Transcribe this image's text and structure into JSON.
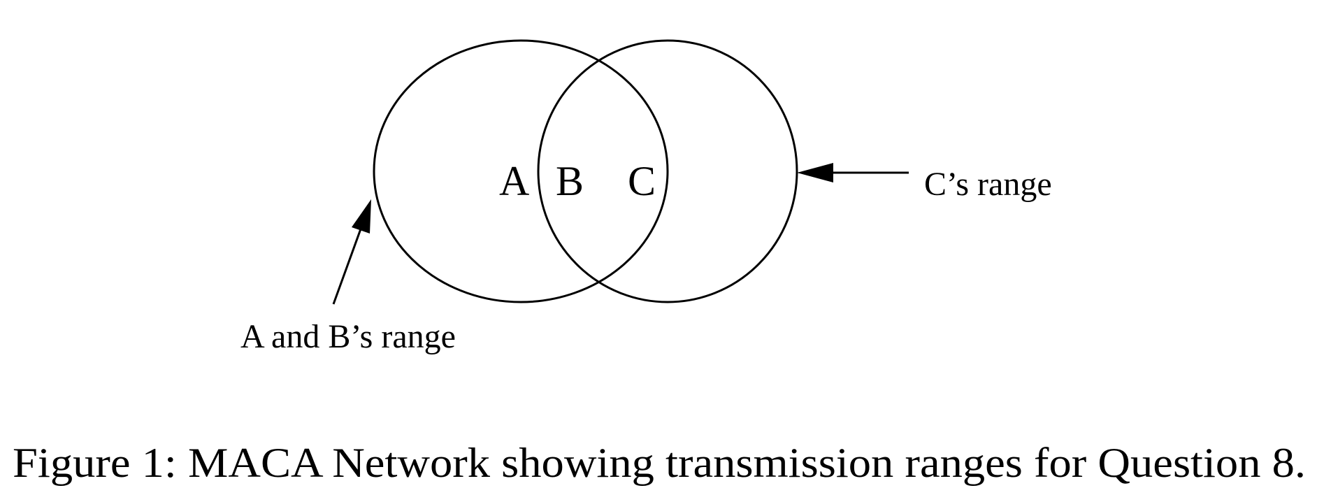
{
  "diagram": {
    "nodes": {
      "a": "A",
      "b": "B",
      "c": "C"
    },
    "annotations": {
      "c_range": "C’s range",
      "ab_range": "A and B’s range"
    },
    "caption": "Figure 1: MACA Network showing transmission ranges for Question 8.",
    "colors": {
      "stroke": "#000000",
      "text": "#000000",
      "background": "#ffffff"
    }
  }
}
